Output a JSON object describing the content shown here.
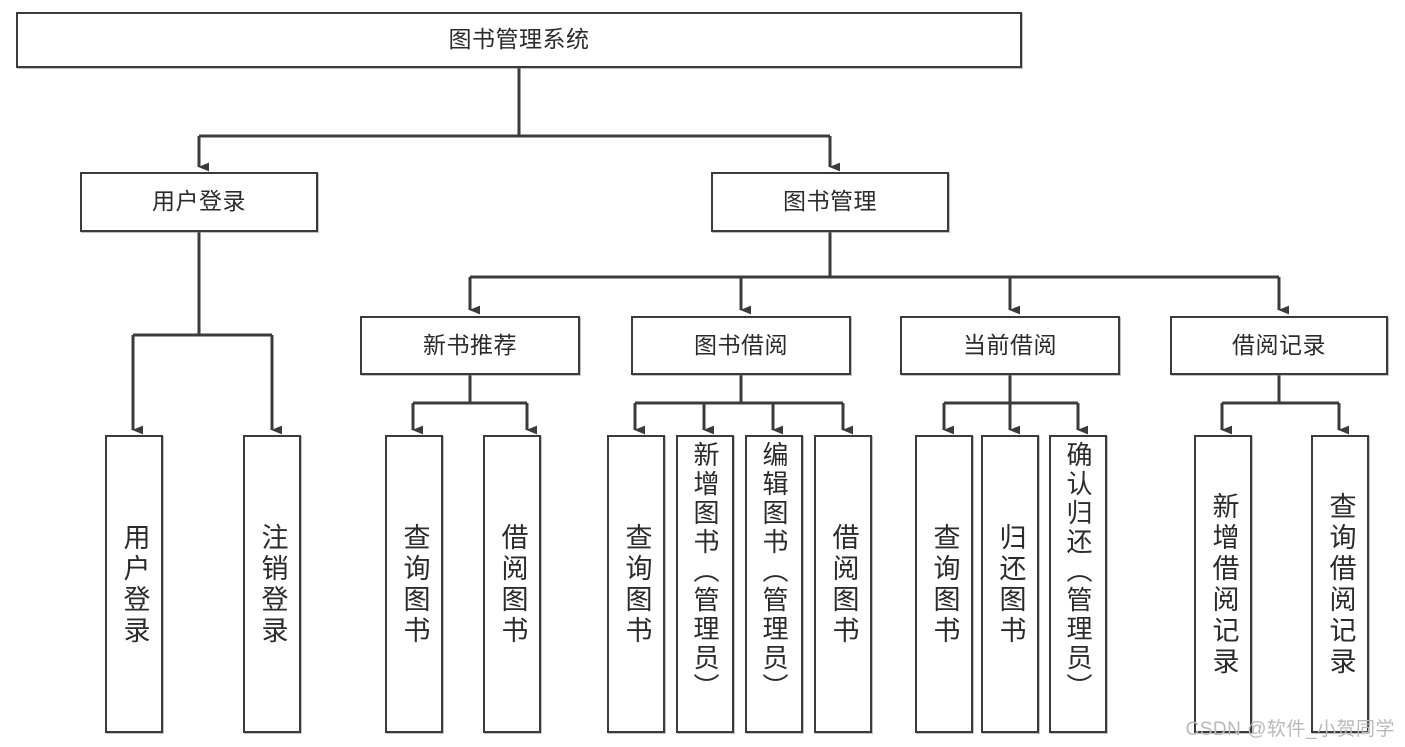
{
  "diagram": {
    "type": "tree-hierarchy",
    "title": "图书管理系统",
    "watermark": "CSDN @软件_小贺同学",
    "colors": {
      "box_border": "#3b3b3b",
      "box_fill": "#ffffff",
      "connector": "#3b3b3b",
      "text": "#2b2b2b",
      "watermark": "#b9b9b9"
    },
    "levels": {
      "root": {
        "label": "图书管理系统"
      },
      "level2": [
        {
          "label": "用户登录"
        },
        {
          "label": "图书管理"
        }
      ],
      "level3": [
        {
          "label": "新书推荐"
        },
        {
          "label": "图书借阅"
        },
        {
          "label": "当前借阅"
        },
        {
          "label": "借阅记录"
        }
      ],
      "leaves_user_login": [
        {
          "label": "用户登录"
        },
        {
          "label": "注销登录"
        }
      ],
      "leaves_new_books": [
        {
          "label": "查询图书"
        },
        {
          "label": "借阅图书"
        }
      ],
      "leaves_borrow": [
        {
          "label": "查询图书"
        },
        {
          "label": "新增图书（管理员）"
        },
        {
          "label": "编辑图书（管理员）"
        },
        {
          "label": "借阅图书"
        }
      ],
      "leaves_current": [
        {
          "label": "查询图书"
        },
        {
          "label": "归还图书"
        },
        {
          "label": "确认归还（管理员）"
        }
      ],
      "leaves_records": [
        {
          "label": "新增借阅记录"
        },
        {
          "label": "查询借阅记录"
        }
      ]
    }
  }
}
